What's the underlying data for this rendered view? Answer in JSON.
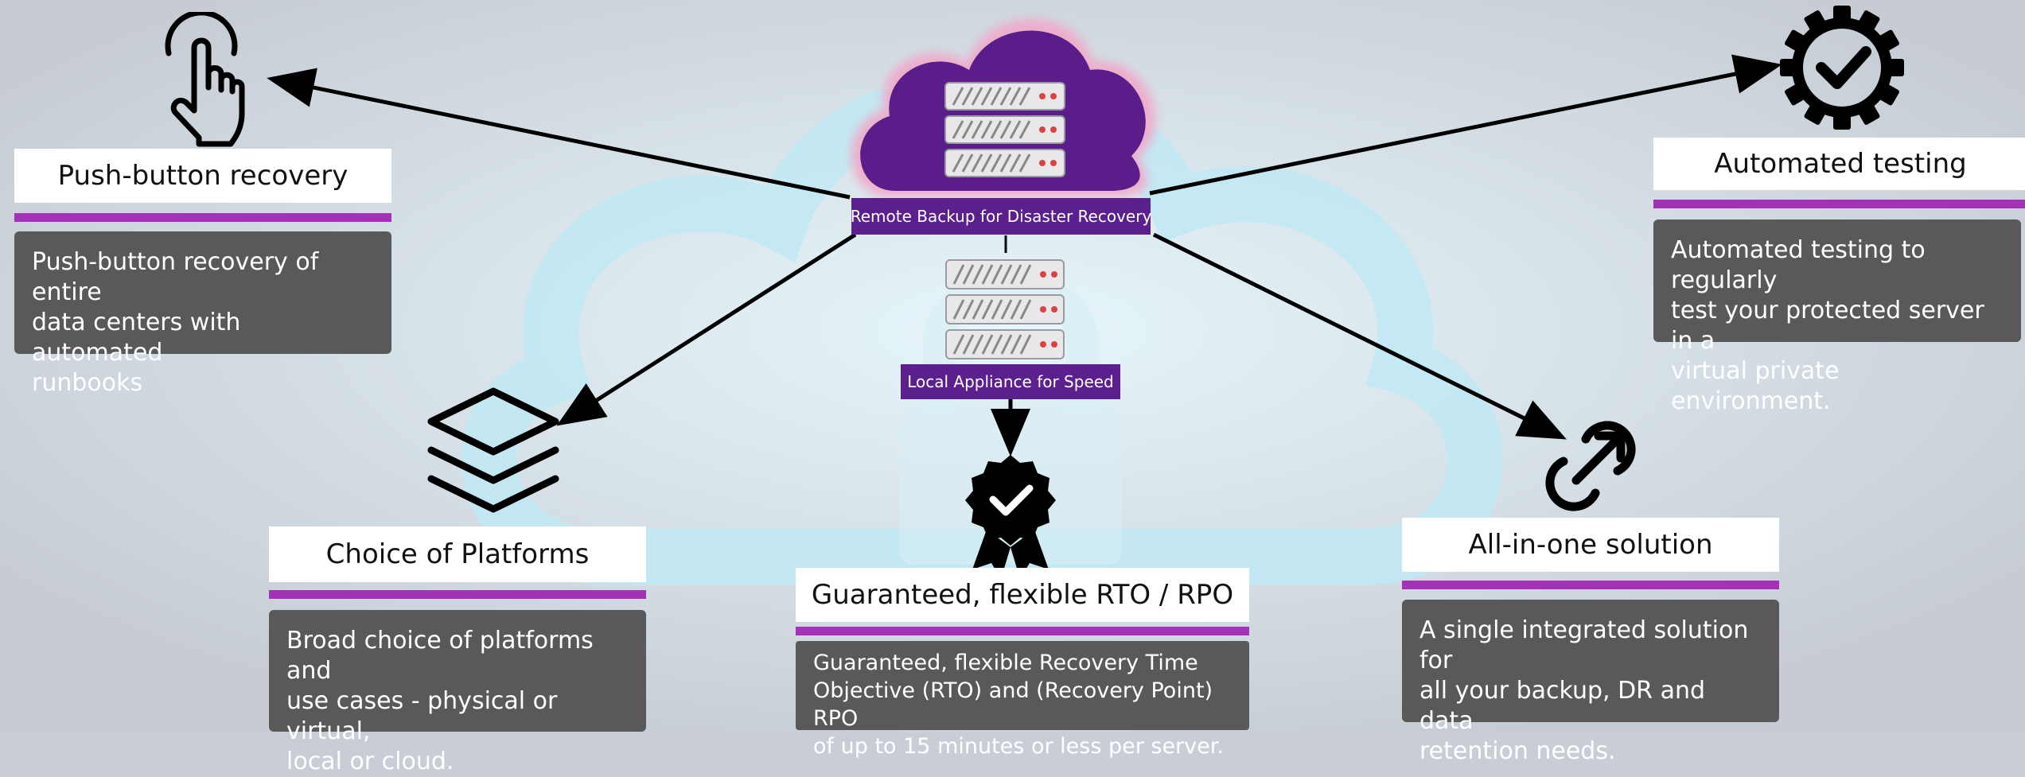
{
  "colors": {
    "accent_purple": "#a332b6",
    "label_purple": "#5b1f8e",
    "desc_gray": "#595959",
    "cloud_purple": "#5a1d8a"
  },
  "center": {
    "remote_label": "Remote Backup for Disaster Recovery",
    "local_label": "Local Appliance for Speed",
    "icons": [
      "cloud-server-icon",
      "server-stack-icon"
    ]
  },
  "features": {
    "push": {
      "icon": "hand-pointer-icon",
      "title": "Push-button recovery",
      "desc": [
        "Push-button recovery of entire",
        "data centers with automated",
        "runbooks"
      ]
    },
    "automated": {
      "icon": "gear-check-icon",
      "title": "Automated testing",
      "desc": [
        "Automated testing to regularly",
        "test your protected server in a",
        "virtual private environment."
      ]
    },
    "platforms": {
      "icon": "layers-icon",
      "title": "Choice of Platforms",
      "desc": [
        "Broad choice of platforms and",
        "use cases - physical or virtual,",
        "local or cloud."
      ]
    },
    "rto": {
      "icon": "award-badge-check-icon",
      "title": "Guaranteed, flexible RTO / RPO",
      "desc": [
        "Guaranteed, flexible Recovery Time",
        "Objective (RTO) and (Recovery Point) RPO",
        "of up to 15 minutes or less per server."
      ]
    },
    "allinone": {
      "icon": "link-arrow-icon",
      "title": "All-in-one solution",
      "desc": [
        "A single integrated solution for",
        "all your backup, DR and data",
        "retention needs."
      ]
    }
  }
}
